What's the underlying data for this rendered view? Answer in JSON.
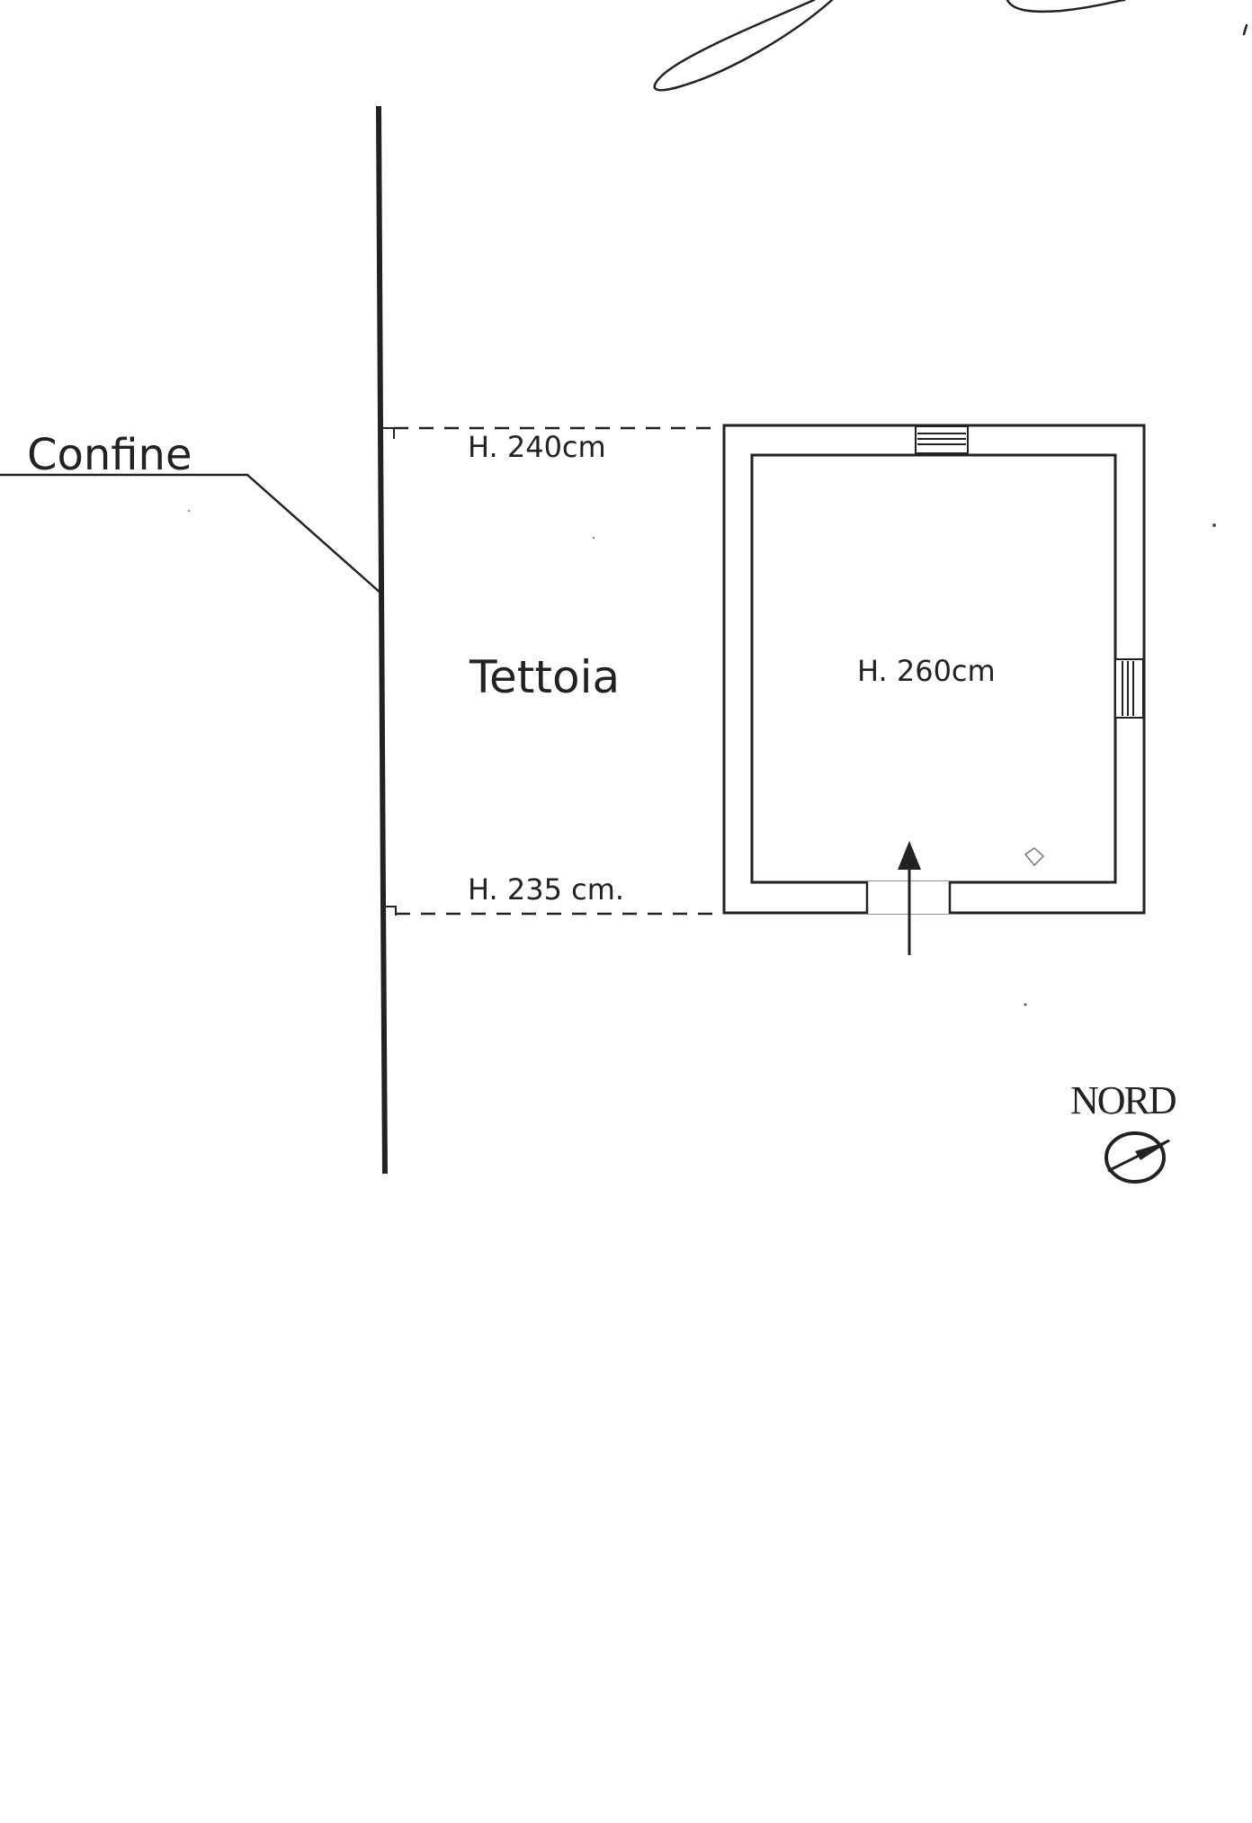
{
  "plan": {
    "boundary_label": "Confine",
    "canopy_label": "Tettoia",
    "height_top": "H. 240cm",
    "height_bottom": "H. 235 cm.",
    "room_height": "H. 260cm",
    "north_label": "NORD"
  },
  "colors": {
    "ink": "#222222",
    "paper": "#ffffff"
  }
}
